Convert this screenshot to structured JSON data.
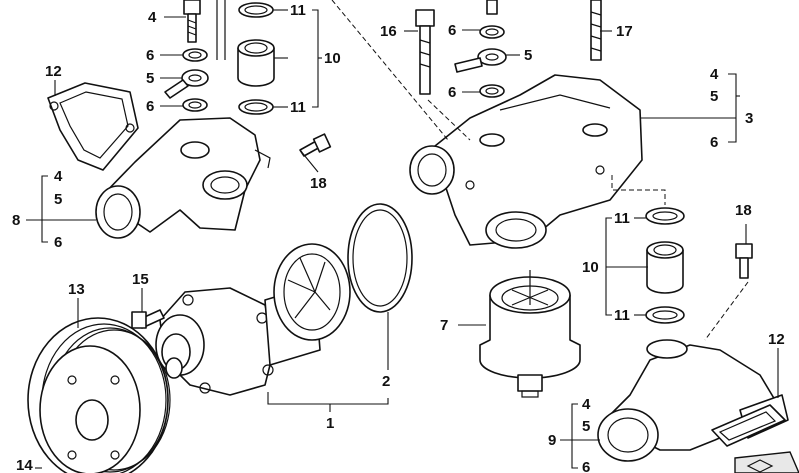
{
  "callouts": {
    "c1": "1",
    "c2": "2",
    "c3": "3",
    "c4a": "4",
    "c4b": "4",
    "c4c": "4",
    "c4d": "4",
    "c5a": "5",
    "c5b": "5",
    "c5c": "5",
    "c5d": "5",
    "c5e": "5",
    "c6a": "6",
    "c6b": "6",
    "c6c": "6",
    "c6d": "6",
    "c6e": "6",
    "c6f": "6",
    "c6g": "6",
    "c7": "7",
    "c8": "8",
    "c9": "9",
    "c10a": "10",
    "c10b": "10",
    "c11a": "11",
    "c11b": "11",
    "c11c": "11",
    "c11d": "11",
    "c12a": "12",
    "c12b": "12",
    "c13": "13",
    "c14": "14",
    "c15": "15",
    "c16": "16",
    "c17": "17",
    "c18a": "18",
    "c18b": "18"
  },
  "colors": {
    "line": "#111111",
    "background": "#ffffff",
    "shade": "#e8e8e8"
  }
}
